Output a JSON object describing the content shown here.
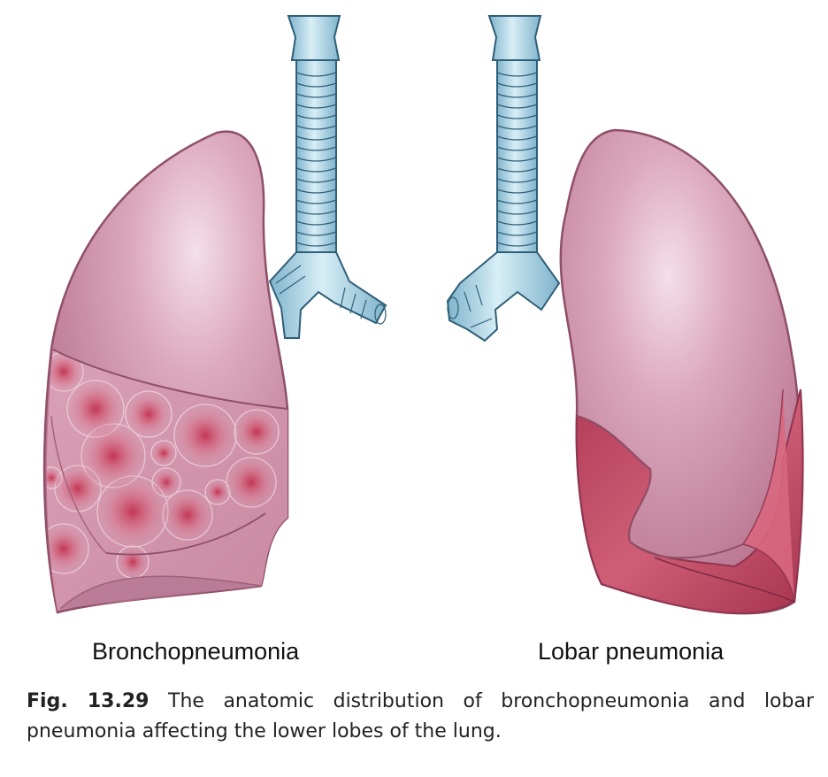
{
  "labels": {
    "left": "Bronchopneumonia",
    "right": "Lobar pneumonia"
  },
  "caption": {
    "figure_number": "Fig. 13.29",
    "text": "The anatomic distribution of bronchopneumonia and lobar pneumonia affecting the lower lobes of the lung."
  },
  "colors": {
    "lung_pink": "#c9869e",
    "lung_light": "#e3b3c6",
    "trachea_blue": "#aad2e2",
    "trachea_edge": "#2f5f78",
    "consolidation_red": "#c9506a",
    "patch_red": "#c63a5c"
  }
}
